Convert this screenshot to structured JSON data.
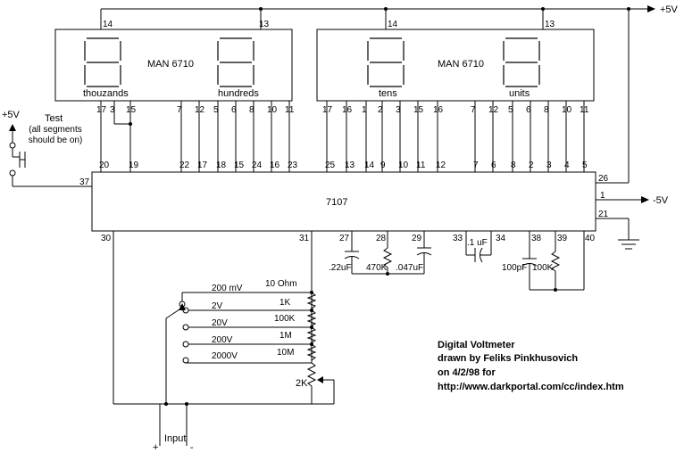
{
  "power": {
    "vplus": "+5V",
    "vminus": "-5V",
    "vplus_left": "+5V"
  },
  "displays": [
    {
      "name": "MAN 6710",
      "digit_left": "thouzands",
      "digit_right": "hundreds",
      "pin_top_left": "14",
      "pin_top_right": "13",
      "pins": [
        "17",
        "3",
        "15",
        "7",
        "12",
        "5",
        "6",
        "8",
        "10",
        "11"
      ]
    },
    {
      "name": "MAN 6710",
      "digit_left": "tens",
      "digit_right": "units",
      "pin_top_left": "14",
      "pin_top_right": "13",
      "pins": [
        "17",
        "16",
        "1",
        "2",
        "3",
        "15",
        "16",
        "7",
        "12",
        "5",
        "6",
        "8",
        "10",
        "11"
      ]
    }
  ],
  "chip": {
    "name": "7107",
    "top_pins": [
      "20",
      "19",
      "22",
      "17",
      "18",
      "15",
      "24",
      "16",
      "23",
      "25",
      "13",
      "14",
      "9",
      "10",
      "11",
      "12",
      "7",
      "6",
      "8",
      "2",
      "3",
      "4",
      "5"
    ],
    "pin_37": "37",
    "pin_26": "26",
    "pin_1": "1",
    "pin_21": "21",
    "bottom_pins": [
      "30",
      "31",
      "27",
      "28",
      "29",
      "33",
      "34",
      "38",
      "39",
      "40"
    ]
  },
  "test_switch": {
    "title": "Test",
    "note": "(all segments should be on)"
  },
  "components": {
    "c_22u": ".22uF",
    "r_470k": "470K",
    "c_047u": ".047uF",
    "c_1u": ".1 uF",
    "c_100p": "100pF",
    "r_100k_osc": "100K"
  },
  "ranges": [
    {
      "label": "200 mV",
      "res": "10 Ohm"
    },
    {
      "label": "2V",
      "res": "1K"
    },
    {
      "label": "20V",
      "res": "100K"
    },
    {
      "label": "200V",
      "res": "1M"
    },
    {
      "label": "2000V",
      "res": "10M"
    }
  ],
  "pot": "2K",
  "input": {
    "label": "Input",
    "plus": "+",
    "minus": "-"
  },
  "credits": [
    "Digital Voltmeter",
    "drawn by Feliks Pinkhusovich",
    "on 4/2/98 for",
    "http://www.darkportal.com/cc/index.htm"
  ]
}
